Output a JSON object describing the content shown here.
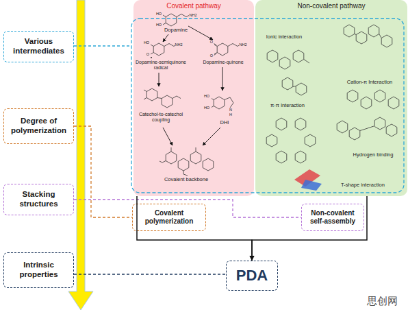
{
  "diagram": {
    "nodes": [
      {
        "text": [
          "Various intermediates"
        ]
      },
      {
        "text": [
          "Covalent pathway"
        ]
      },
      {
        "text": [
          "Non-covalent pathway"
        ]
      },
      {
        "text": [
          "Degree of polymerization"
        ]
      },
      {
        "text": [
          "Stacking structures"
        ]
      },
      {
        "text": [
          "Covalent polymerization"
        ]
      },
      {
        "text": [
          "Non-covalent self-assembly"
        ]
      },
      {
        "text": [
          "Intrinsic properties"
        ]
      },
      {
        "text": [
          "PDA"
        ]
      }
    ],
    "edges": [
      {
        "from": 3,
        "to": 5,
        "arrow": "none"
      },
      {
        "from": 4,
        "to": 6,
        "arrow": "none"
      },
      {
        "from": 7,
        "to": 8,
        "arrow": "none"
      },
      {
        "from": 1,
        "to": 8,
        "arrow": "to"
      },
      {
        "from": 2,
        "to": 8,
        "arrow": "to"
      }
    ],
    "labels": [
      "Dopamine",
      "Dopamine-semiquinone radical",
      "Dopamine-quinone",
      "Catechol-to-catechol coupling",
      "DHI",
      "Covalent backbone",
      "Ionic interaction",
      "Cation-π Interaction",
      "π-π Interaction",
      "Hydrogen binding",
      "T-shape interaction",
      "HO",
      "HO",
      "NH2",
      "HO",
      "O",
      "NH2",
      "O",
      "O",
      "NH2",
      "HO",
      "HO",
      "N",
      "H",
      "思创网"
    ]
  }
}
